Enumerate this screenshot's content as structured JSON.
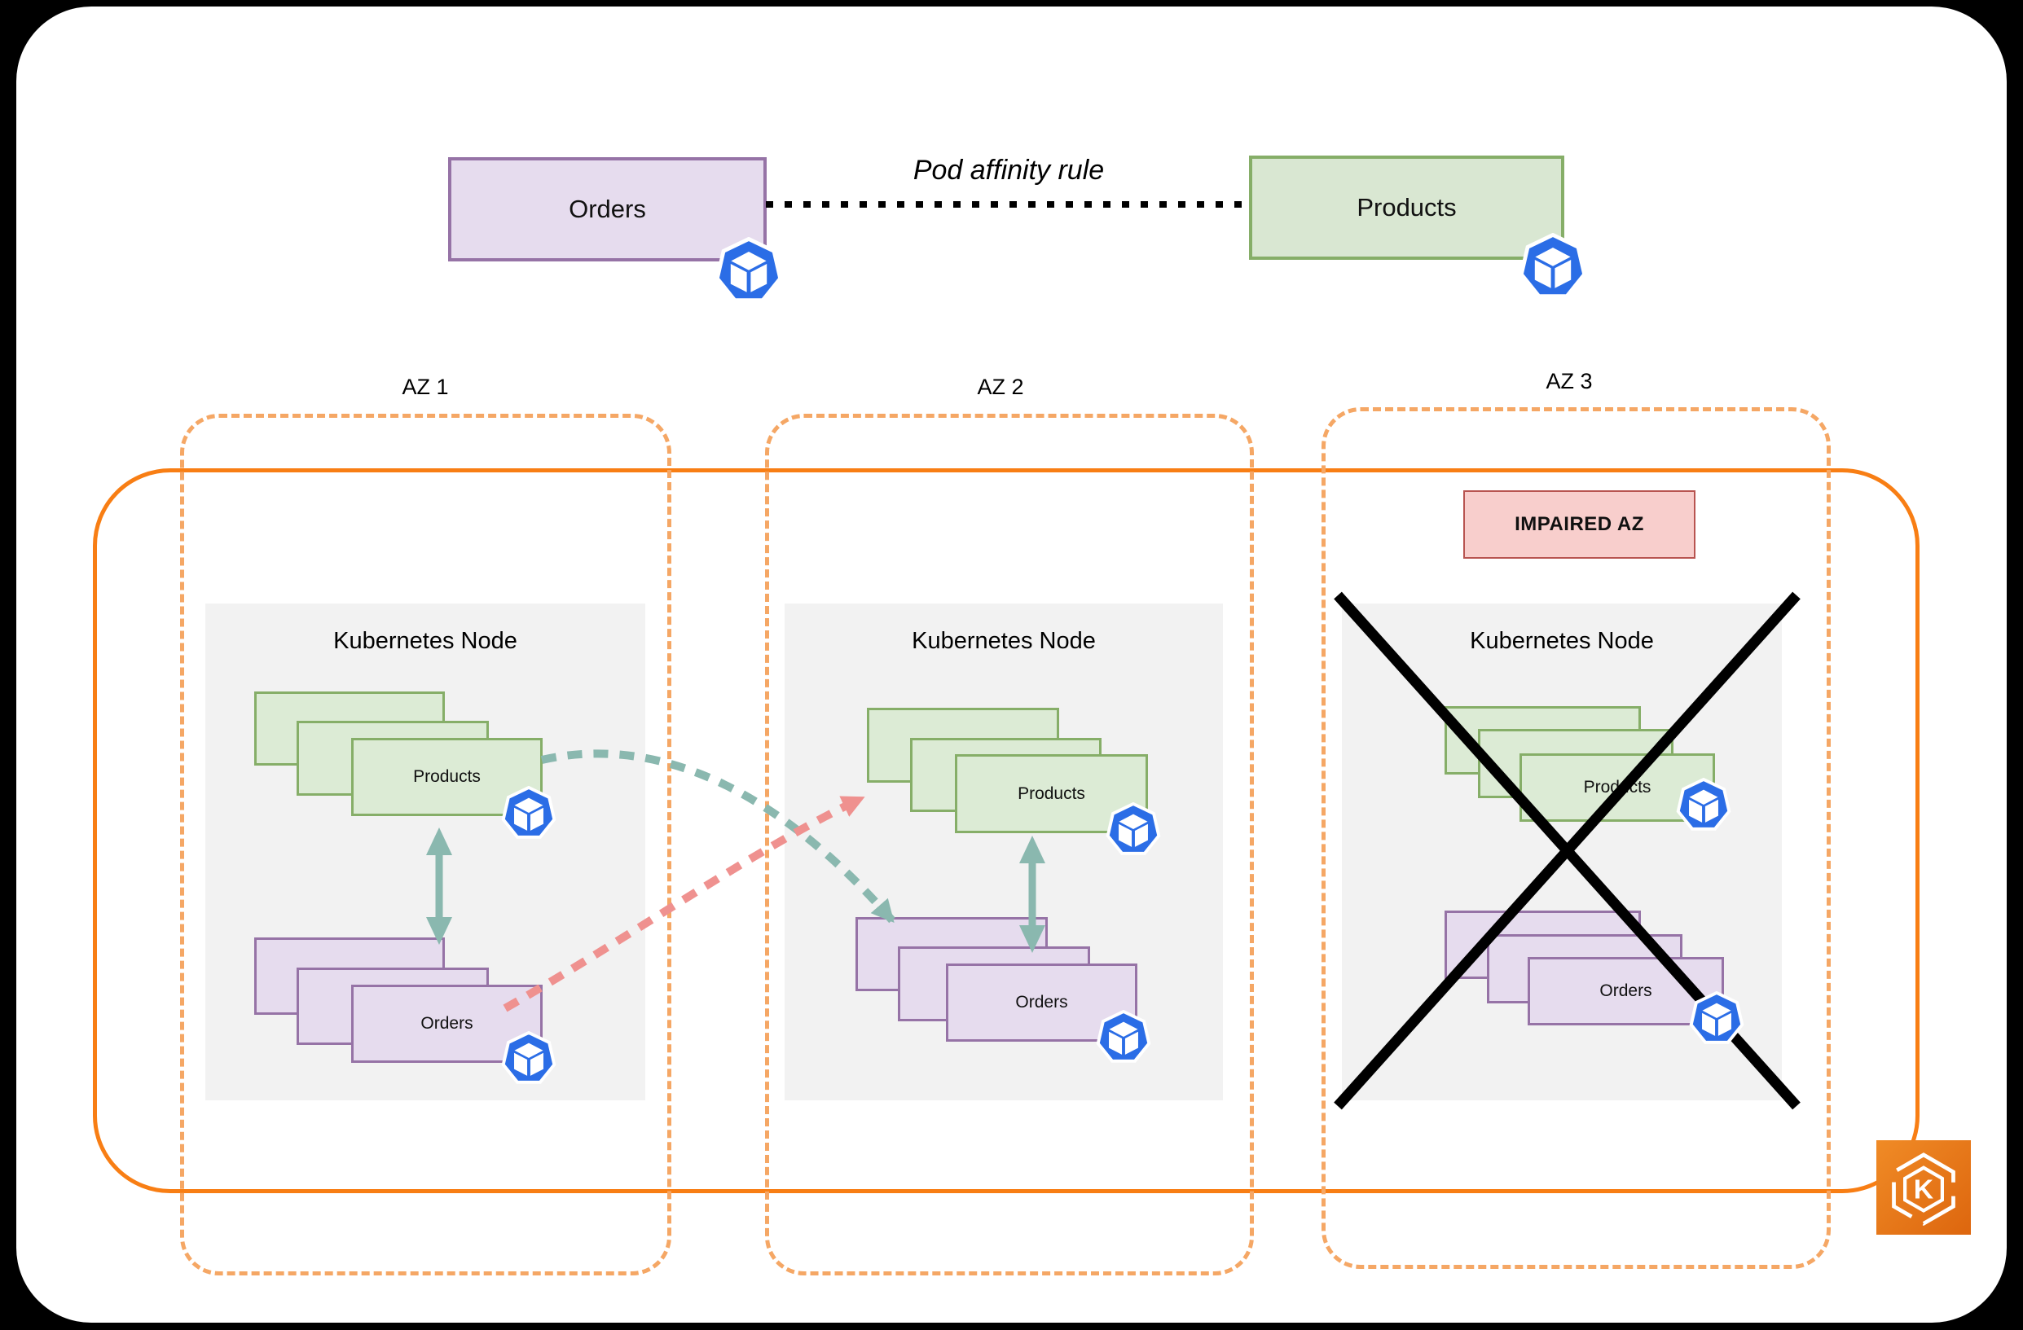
{
  "diagram": {
    "title_rule": "Pod affinity rule",
    "affinity": {
      "orders_label": "Orders",
      "products_label": "Products"
    },
    "zones": [
      {
        "label": "AZ 1",
        "node_title": "Kubernetes Node",
        "products_label": "Products",
        "orders_label": "Orders",
        "impaired": false
      },
      {
        "label": "AZ 2",
        "node_title": "Kubernetes Node",
        "products_label": "Products",
        "orders_label": "Orders",
        "impaired": false
      },
      {
        "label": "AZ 3",
        "node_title": "Kubernetes Node",
        "products_label": "Products",
        "orders_label": "Orders",
        "impaired": true,
        "impaired_label": "IMPAIRED AZ"
      }
    ],
    "icons": {
      "pod_icon": "kubernetes-pod",
      "eks_icon": "amazon-eks",
      "eks_letter": "K"
    },
    "colors": {
      "products_fill": "#dcebd5",
      "products_stroke": "#86ae68",
      "orders_fill": "#e6dcee",
      "orders_stroke": "#9673a6",
      "node_fill": "#f2f2f2",
      "az_dashed_border": "#f5a765",
      "cluster_solid_border": "#f87e14",
      "impaired_fill": "#f8cecc",
      "impaired_stroke": "#b85450",
      "pod_blue": "#2b6de6",
      "affinity_ok_arrow": "#8ab8af",
      "affinity_cross_arrow": "#ef918f",
      "failure_cross": "#000000"
    }
  }
}
